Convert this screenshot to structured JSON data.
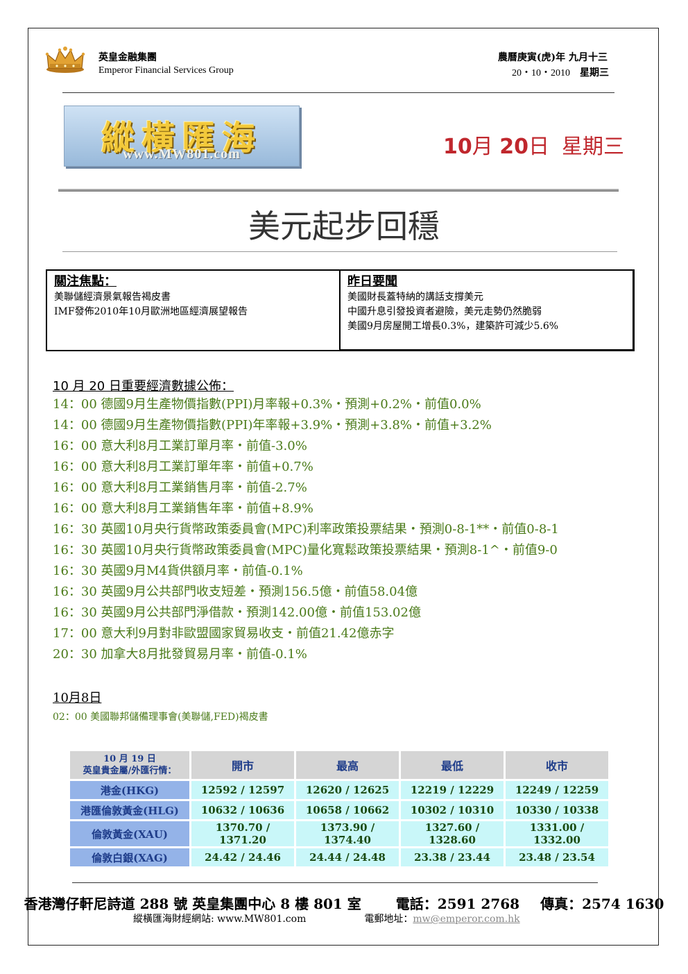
{
  "header": {
    "company_zh": "英皇金融集團",
    "company_en": "Emperor Financial Services Group",
    "lunar_date": "農曆庚寅(虎)年 九月十三",
    "greg_date": "20・10・2010",
    "greg_weekday": "星期三"
  },
  "logo": {
    "text_zh": "縱橫匯海",
    "text_en": "www.MW801.com"
  },
  "date_banner": {
    "month": "10",
    "month_unit": "月",
    "day": "20",
    "day_unit": "日",
    "weekday": "星期三"
  },
  "title": "美元起步回穩",
  "focus": {
    "heading": "關注焦點：",
    "items": [
      "美聯儲經濟景氣報告褐皮書",
      "IMF發佈2010年10月歐洲地區經濟展望報告"
    ]
  },
  "news": {
    "heading": "昨日要聞",
    "items": [
      "美國財長蓋特納的講話支撐美元",
      "中國升息引發投資者避險，美元走勢仍然脆弱",
      "美國9月房屋開工增長0.3%，建築許可減少5.6%"
    ]
  },
  "data_release": {
    "heading": "10 月 20 日重要經濟數據公佈：",
    "events": [
      "14：00 德國9月生產物價指數(PPI)月率報+0.3%・預測+0.2%・前值0.0%",
      "14：00 德國9月生產物價指數(PPI)年率報+3.9%・預測+3.8%・前值+3.2%",
      "16：00 意大利8月工業訂單月率・前值-3.0%",
      "16：00 意大利8月工業訂單年率・前值+0.7%",
      "16：00 意大利8月工業銷售月率・前值-2.7%",
      "16：00 意大利8月工業銷售年率・前值+8.9%",
      "16：30 英國10月央行貨幣政策委員會(MPC)利率政策投票結果・預測0-8-1**・前值0-8-1",
      "16：30 英國10月央行貨幣政策委員會(MPC)量化寬鬆政策投票結果・預測8-1^・前值9-0",
      "16：30 英國9月M4貨供額月率・前值-0.1%",
      "16：30 英國9月公共部門收支短差・預測156.5億・前值58.04億",
      "16：30 英國9月公共部門淨借款・預測142.00億・前值153.02億",
      "17：00 意大利9月對非歐盟國家貿易收支・前值21.42億赤字",
      "20：30 加拿大8月批發貿易月率・前值-0.1%"
    ]
  },
  "oct8": {
    "heading": "10月8日",
    "event": "02：00 美國聯邦儲備理事會(美聯儲,FED)褐皮書"
  },
  "quotes": {
    "corner_line1": "10 月 19 日",
    "corner_line2": "英皇貴金屬/外匯行情：",
    "columns": [
      "開市",
      "最高",
      "最低",
      "收市"
    ],
    "rows": [
      {
        "name": "港金(HKG)",
        "values": [
          "12592 / 12597",
          "12620 / 12625",
          "12219 / 12229",
          "12249 / 12259"
        ]
      },
      {
        "name": "港匯倫敦黃金(HLG)",
        "values": [
          "10632 / 10636",
          "10658 / 10662",
          "10302 / 10310",
          "10330 / 10338"
        ]
      },
      {
        "name": "倫敦黃金(XAU)",
        "values": [
          "1370.70 / 1371.20",
          "1373.90 / 1374.40",
          "1327.60 / 1328.60",
          "1331.00 / 1332.00"
        ]
      },
      {
        "name": "倫敦白銀(XAG)",
        "values": [
          "24.42 / 24.46",
          "24.44 / 24.48",
          "23.38 / 23.44",
          "23.48 / 23.54"
        ]
      }
    ]
  },
  "footer": {
    "address": "香港灣仔軒尼詩道 288 號 英皇集團中心 8 樓 801 室",
    "phone": "電話：2591 2768",
    "fax": "傳真：2574 1630",
    "website": "縱橫匯海財經網站: www.MW801.com",
    "email_label": "電郵地址：",
    "email": "mw@emperor.com.hk"
  },
  "colors": {
    "accent_red": "#c0272d",
    "event_green": "#4a7a18",
    "table_header_blue": "#1f3d8a",
    "row_head_bg": "#94b3e8",
    "cell_bg": "#c9f7f9"
  }
}
